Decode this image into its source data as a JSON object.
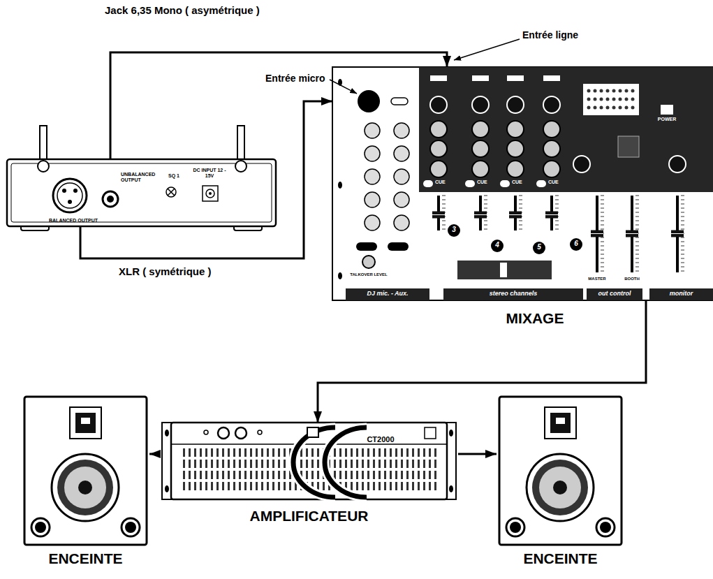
{
  "diagram": {
    "nodes": [
      {
        "text": [
          "UNBALANCED OUTPUT",
          "BALANCED OUTPUT",
          "SQ 1",
          "DC INPUT 12 - 15V"
        ]
      },
      {
        "text": [
          "MIXAGE"
        ]
      },
      {
        "text": [
          "AMPLIFICATEUR",
          "CT2000"
        ]
      },
      {
        "text": [
          "ENCEINTE"
        ]
      },
      {
        "text": [
          "ENCEINTE"
        ]
      }
    ],
    "edges": [
      {
        "from": 0,
        "to": 1,
        "arrow": "to",
        "label": "Jack 6,35 Mono ( asymétrique )"
      },
      {
        "from": 0,
        "to": 1,
        "arrow": "to",
        "label": "XLR ( symétrique )"
      },
      {
        "from": 1,
        "to": 2,
        "arrow": "to"
      },
      {
        "from": 2,
        "to": 3,
        "arrow": "to"
      },
      {
        "from": 2,
        "to": 4,
        "arrow": "to"
      }
    ],
    "labels": [
      "Entrée ligne",
      "Entrée micro",
      "POWER",
      "CUE",
      "CUE",
      "CUE",
      "CUE",
      "3",
      "4",
      "5",
      "6",
      "TALKOVER LEVEL",
      "MASTER",
      "BOOTH",
      "DJ mic. - Aux.",
      "stereo channels",
      "out control",
      "monitor"
    ]
  }
}
